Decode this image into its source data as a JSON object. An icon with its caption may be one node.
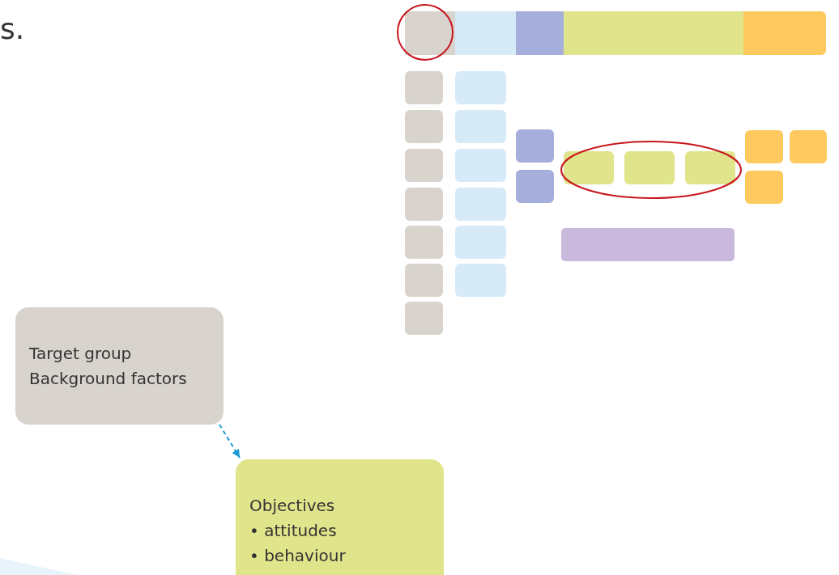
{
  "diagram": {
    "nodes": [
      {
        "text": [],
        "shape": "box"
      },
      {
        "text": [],
        "shape": "box"
      },
      {
        "text": [],
        "shape": "box"
      },
      {
        "text": [],
        "shape": "box"
      },
      {
        "text": [],
        "shape": "box"
      },
      {
        "text": [],
        "shape": "box"
      },
      {
        "text": [],
        "shape": "box"
      },
      {
        "text": [],
        "shape": "box"
      },
      {
        "text": [],
        "shape": "box"
      },
      {
        "text": [],
        "shape": "box"
      },
      {
        "text": [],
        "shape": "box"
      },
      {
        "text": [],
        "shape": "box"
      },
      {
        "text": [],
        "shape": "box"
      },
      {
        "text": [],
        "shape": "box"
      },
      {
        "text": [],
        "shape": "box"
      },
      {
        "text": [],
        "shape": "box"
      },
      {
        "text": [],
        "shape": "box"
      },
      {
        "text": [],
        "shape": "box"
      },
      {
        "text": [],
        "shape": "box"
      },
      {
        "text": [],
        "shape": "box"
      },
      {
        "text": [],
        "shape": "box"
      },
      {
        "text": [],
        "shape": "box"
      },
      {
        "text": [],
        "shape": "box"
      },
      {
        "text": [],
        "shape": "box"
      },
      {
        "text": [],
        "shape": "box"
      },
      {
        "text": [],
        "shape": "box"
      },
      {
        "text": [],
        "shape": "bar"
      },
      {
        "text": [
          "Target group",
          "Background factors"
        ]
      },
      {
        "text": [
          "Objectives",
          "• attitudes",
          "• behaviour"
        ]
      }
    ],
    "edges": [
      {
        "from": 27,
        "to": 28,
        "arrow": "to",
        "style": "dashed",
        "color": "#1a9ad6"
      }
    ],
    "labels": [
      "s."
    ]
  }
}
